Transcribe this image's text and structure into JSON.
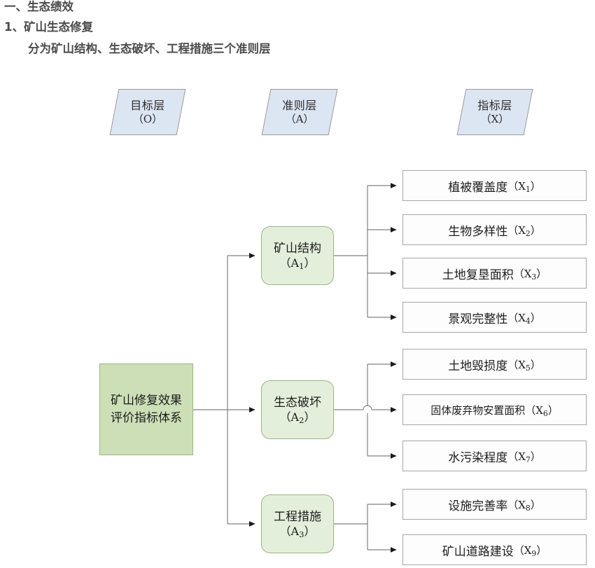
{
  "heading": {
    "line1": "一、生态绩效",
    "line2": "1、矿山生态修复",
    "line3": "分为矿山结构、生态破坏、工程措施三个准则层"
  },
  "colors": {
    "layer_label_fill": "#dce5f2",
    "layer_label_border": "#9a9a9a",
    "goal_fill": "#cddfb7",
    "goal_border": "#9ab582",
    "criteria_fill": "#e4efdb",
    "criteria_border": "#9ab582",
    "indicator_fill": "#fdfdfd",
    "indicator_border": "#a6a6a6",
    "connector": "#808080",
    "heading_text": "#4b4b4b"
  },
  "layer_labels": [
    {
      "name": "goal",
      "title": "目标层",
      "code": "（O）"
    },
    {
      "name": "criteria",
      "title": "准则层",
      "code": "（A）"
    },
    {
      "name": "indicator",
      "title": "指标层",
      "code": "（X）"
    }
  ],
  "goal": {
    "label": "矿山修复效果评价指标体系"
  },
  "criteria": [
    {
      "id": "A1",
      "label": "矿山结构",
      "code_prefix": "（A",
      "code_sub": "1",
      "code_suffix": "）"
    },
    {
      "id": "A2",
      "label": "生态破坏",
      "code_prefix": "（A",
      "code_sub": "2",
      "code_suffix": "）"
    },
    {
      "id": "A3",
      "label": "工程措施",
      "code_prefix": "（A",
      "code_sub": "3",
      "code_suffix": "）"
    }
  ],
  "indicators": [
    {
      "id": "X1",
      "parent": "A1",
      "label": "植被覆盖度",
      "code_prefix": "（X",
      "code_sub": "1",
      "code_suffix": "）"
    },
    {
      "id": "X2",
      "parent": "A1",
      "label": "生物多样性",
      "code_prefix": "（X",
      "code_sub": "2",
      "code_suffix": "）"
    },
    {
      "id": "X3",
      "parent": "A1",
      "label": "土地复垦面积",
      "code_prefix": "（X",
      "code_sub": "3",
      "code_suffix": "）"
    },
    {
      "id": "X4",
      "parent": "A1",
      "label": "景观完整性",
      "code_prefix": "（X",
      "code_sub": "4",
      "code_suffix": "）"
    },
    {
      "id": "X5",
      "parent": "A2",
      "label": "土地毁损度",
      "code_prefix": "（X",
      "code_sub": "5",
      "code_suffix": "）"
    },
    {
      "id": "X6",
      "parent": "A2",
      "label": "固体废弃物安置面积",
      "code_prefix": "（X",
      "code_sub": "6",
      "code_suffix": "）"
    },
    {
      "id": "X7",
      "parent": "A2",
      "label": "水污染程度",
      "code_prefix": "（X",
      "code_sub": "7",
      "code_suffix": "）"
    },
    {
      "id": "X8",
      "parent": "A3",
      "label": "设施完善率",
      "code_prefix": "（X",
      "code_sub": "8",
      "code_suffix": "）"
    },
    {
      "id": "X9",
      "parent": "A3",
      "label": "矿山道路建设",
      "code_prefix": "（X",
      "code_sub": "9",
      "code_suffix": "）"
    }
  ]
}
